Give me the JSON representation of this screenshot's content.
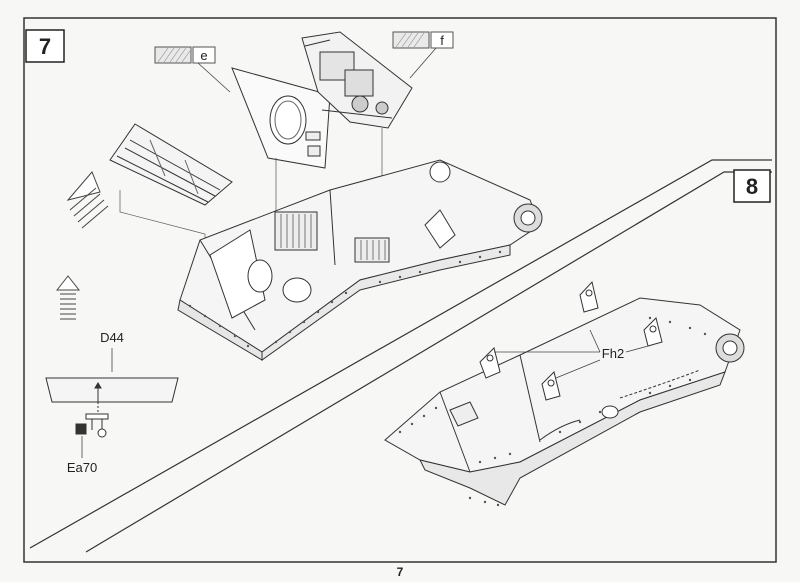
{
  "steps": [
    {
      "number": "7"
    },
    {
      "number": "8"
    }
  ],
  "step7_labels": {
    "part_e": "e",
    "part_f": "f",
    "part_d44": "D44",
    "part_ea70": "Ea70"
  },
  "step8_labels": {
    "part_fh2": "Fh2"
  },
  "page_number": "7"
}
